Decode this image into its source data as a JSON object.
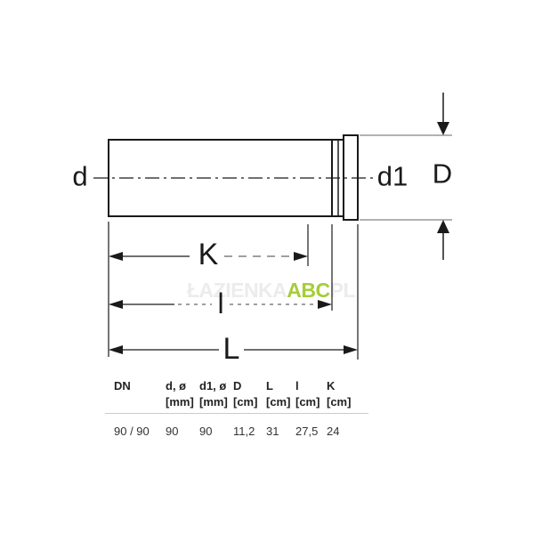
{
  "drawing": {
    "labels": {
      "d": "d",
      "d1": "d1",
      "D": "D",
      "K": "K",
      "l": "l",
      "L": "L"
    }
  },
  "watermark": {
    "prefix": "ŁAZIENKA",
    "brand": "ABC",
    "suffix": "PL",
    "brand_color": "#a5cd39"
  },
  "table": {
    "columns": [
      {
        "name": "DN",
        "unit": ""
      },
      {
        "name": "d, ø",
        "unit": "[mm]"
      },
      {
        "name": "d1, ø",
        "unit": "[mm]"
      },
      {
        "name": "D",
        "unit": "[cm]"
      },
      {
        "name": "L",
        "unit": "[cm]"
      },
      {
        "name": "l",
        "unit": "[cm]"
      },
      {
        "name": "K",
        "unit": "[cm]"
      }
    ],
    "rows": [
      [
        "90 / 90",
        "90",
        "90",
        "11,2",
        "31",
        "27,5",
        "24"
      ]
    ]
  },
  "colors": {
    "line": "#1a1a1a",
    "extension_gray": "#999999",
    "separator": "#cccccc",
    "watermark_faint": "#ececec",
    "watermark_green": "#a5cd39"
  }
}
